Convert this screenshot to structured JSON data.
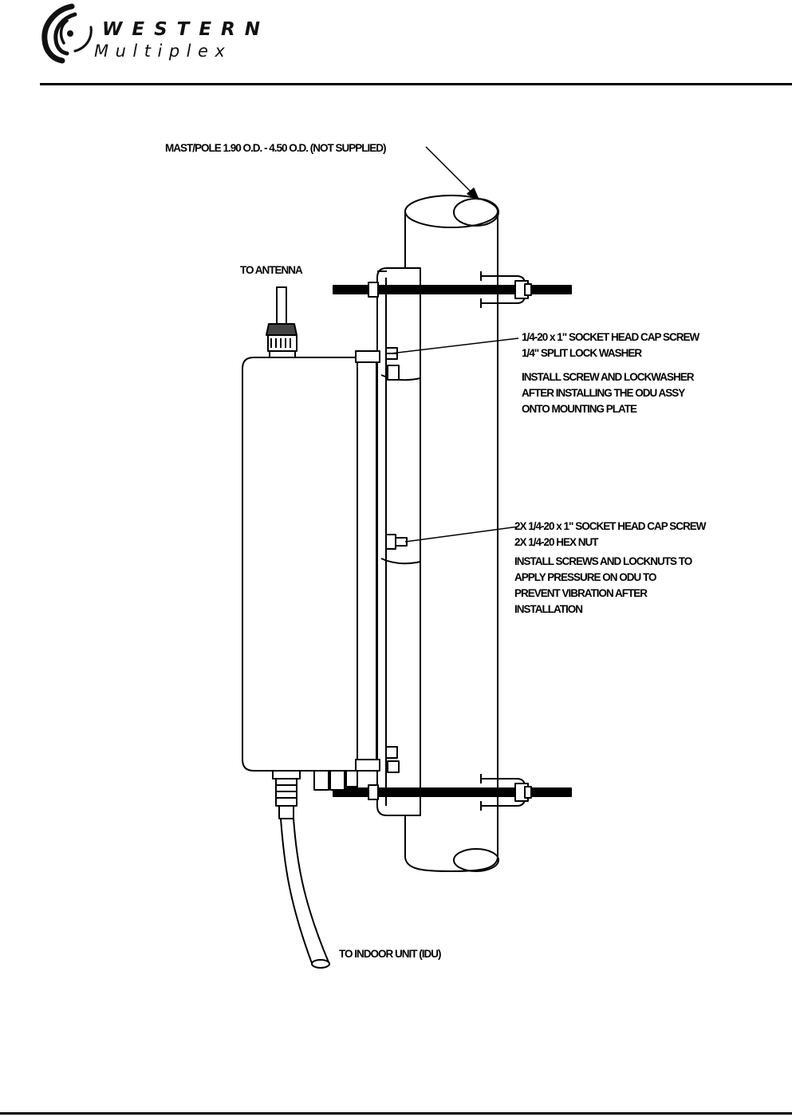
{
  "header": {
    "logo_line1": "WESTERN",
    "logo_line2": "Multiplex"
  },
  "diagram": {
    "callouts": {
      "mast_pole": "MAST/POLE 1.90 O.D. - 4.50 O.D. (NOT SUPPLIED)",
      "to_antenna": "TO ANTENNA",
      "cap_screw_1": "1/4-20 x 1\" SOCKET HEAD CAP SCREW",
      "lock_washer": "1/4\" SPLIT LOCK WASHER",
      "install_note_1": [
        "INSTALL SCREW AND LOCKWASHER",
        "AFTER INSTALLING THE ODU ASSY",
        "ONTO MOUNTING PLATE"
      ],
      "cap_screw_2": "2X 1/4-20 x 1\" SOCKET HEAD CAP SCREW",
      "hex_nut": "2X 1/4-20 HEX NUT",
      "install_note_2": [
        "INSTALL SCREWS AND LOCKNUTS TO",
        "APPLY PRESSURE ON ODU TO",
        "PREVENT VIBRATION AFTER",
        "INSTALLATION"
      ],
      "to_idu": "TO INDOOR UNIT (IDU)"
    }
  }
}
